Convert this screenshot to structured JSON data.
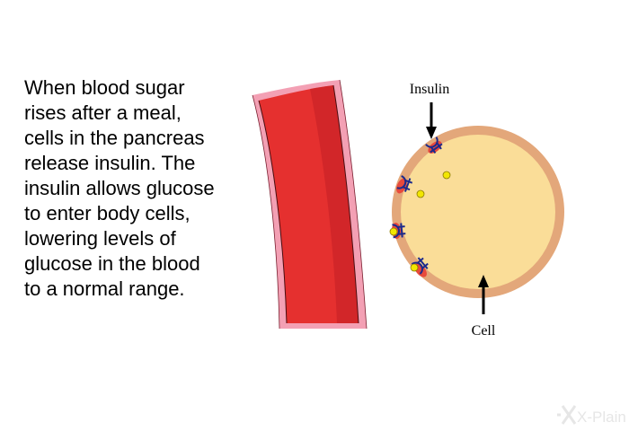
{
  "caption_lines": [
    "When blood sugar",
    "rises after a meal,",
    "cells in the pancreas",
    "release insulin. The",
    "insulin allows glucose",
    "to enter body cells,",
    "lowering levels of",
    "glucose in the blood",
    "to a normal range."
  ],
  "labels": {
    "insulin": "Insulin",
    "cell": "Cell"
  },
  "logo": {
    "text": "X-Plain"
  },
  "colors": {
    "vessel_red": "#e5302f",
    "vessel_dark": "#c21f24",
    "vessel_wall": "#f3a0b4",
    "cell_fill": "#fadd98",
    "cell_membrane": "#e3a77a",
    "receptor": "#1c2a8c",
    "receptor_site": "#e84a3c",
    "glucose": "#f2e600"
  }
}
